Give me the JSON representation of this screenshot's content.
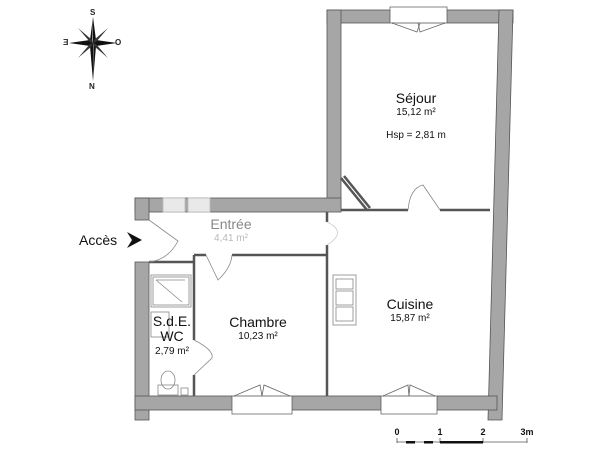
{
  "colors": {
    "wall_fill": "#a6a6a6",
    "wall_stroke": "#555555",
    "background": "#ffffff",
    "line": "#777777"
  },
  "compass": {
    "top": "S",
    "left": "E",
    "right": "O",
    "bottom": "N"
  },
  "access": {
    "label": "Accès",
    "arrow_icon": "arrow-right-icon"
  },
  "rooms": {
    "sejour": {
      "name": "Séjour",
      "area": "15,12 m²",
      "height_note": "Hsp = 2,81 m"
    },
    "entree": {
      "name": "Entrée",
      "area": "4,41 m²"
    },
    "sde": {
      "name_line1": "S.d.E.",
      "name_line2": "WC",
      "area": "2,79 m²"
    },
    "chambre": {
      "name": "Chambre",
      "area": "10,23 m²"
    },
    "cuisine": {
      "name": "Cuisine",
      "area": "15,87 m²"
    }
  },
  "scale_bar": {
    "ticks": [
      "0",
      "1",
      "2",
      "3m"
    ]
  }
}
